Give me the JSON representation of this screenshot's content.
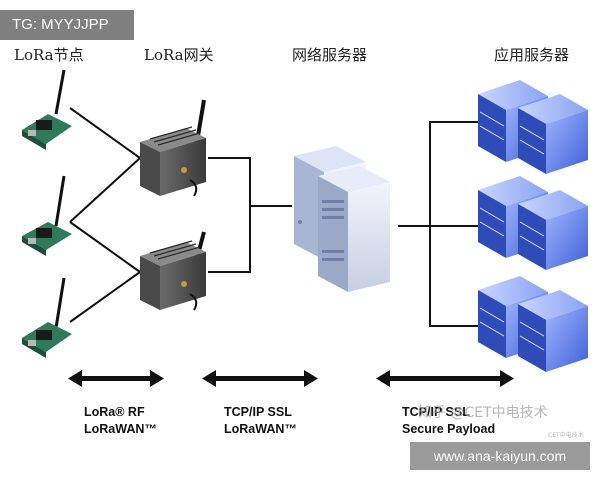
{
  "badge": {
    "text": "TG: MYYJJPP"
  },
  "columns": {
    "nodes": "LoRa节点",
    "gateway": "LoRa网关",
    "network_server": "网络服务器",
    "app_server": "应用服务器"
  },
  "protocols": [
    {
      "line1": "LoRa® RF",
      "line2": "LoRaWAN™"
    },
    {
      "line1": "TCP/IP SSL",
      "line2": "LoRaWAN™"
    },
    {
      "line1": "TCP/IP SSL",
      "line2": "Secure Payload"
    }
  ],
  "watermark": {
    "text": "知乎 @CET中电技术",
    "sub": "CET中电技术"
  },
  "site_banner": {
    "text": "www.ana-kaiyun.com"
  }
}
